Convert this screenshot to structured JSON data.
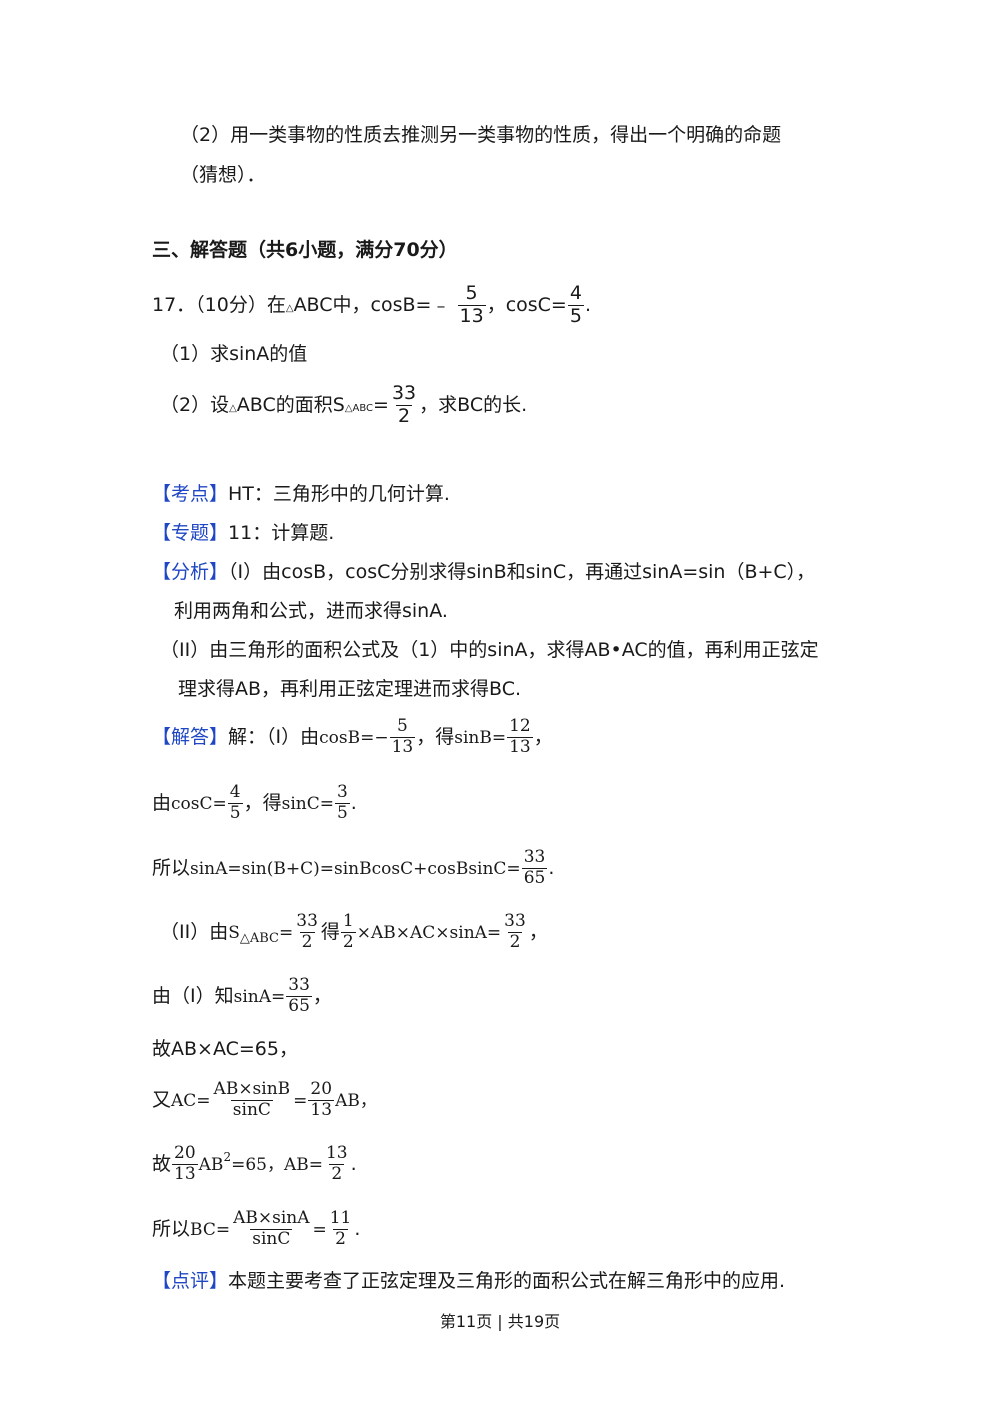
{
  "intro": {
    "p2_line1": "（2）用一类事物的性质去推测另一类事物的性质，得出一个明确的命题",
    "p2_line2": "（猜想）．"
  },
  "section": {
    "heading": "三、解答题（共6小题，满分70分）"
  },
  "q17": {
    "lead": "17．（10分）在",
    "tri": "△",
    "abc_mid": "ABC中，cosB=﹣",
    "cosB_num": "5",
    "cosB_den": "13",
    "cosC_pre": "，cosC=",
    "cosC_num": "4",
    "cosC_den": "5",
    "end": ".",
    "part1": "（1）求sinA的值",
    "part2_pre": "（2）设",
    "part2_tri": "△",
    "part2_mid": "ABC的面积S",
    "part2_sub": "△ABC",
    "part2_eq": "=",
    "area_num": "33",
    "area_den": "2",
    "part2_end": "，求BC的长."
  },
  "kaodian": {
    "tag": "【考点】",
    "text": "HT：三角形中的几何计算."
  },
  "zhuanti": {
    "tag": "【专题】",
    "text": "11：计算题."
  },
  "fenxi": {
    "tag": "【分析】",
    "line1": "（I）由cosB，cosC分别求得sinB和sinC，再通过sinA=sin（B+C），",
    "line2": "利用两角和公式，进而求得sinA.",
    "line3": "（II）由三角形的面积公式及（1）中的sinA，求得AB•AC的值，再利用正弦定",
    "line4": "理求得AB，再利用正弦定理进而求得BC."
  },
  "jieda": {
    "tag": "【解答】",
    "l1_a": "解：（I）由",
    "l1_b": "cosB=−",
    "l1_n1": "5",
    "l1_d1": "13",
    "l1_c": "，得",
    "l1_d": "sinB=",
    "l1_n2": "12",
    "l1_d2": "13",
    "l1_e": "，",
    "l2_a": "由",
    "l2_b": "cosC=",
    "l2_n1": "4",
    "l2_d1": "5",
    "l2_c": "，得",
    "l2_d": "sinC=",
    "l2_n2": "3",
    "l2_d2": "5",
    "l2_e": ".",
    "l3_a": "所以",
    "l3_b": "sinA=sin(B+C)=sinBcosC+cosBsinC=",
    "l3_n": "33",
    "l3_d": "65",
    "l3_e": ".",
    "l4_a": "（II）由",
    "l4_b": "S",
    "l4_sub": "△ABC",
    "l4_c": "=",
    "l4_n1": "33",
    "l4_d1": "2",
    "l4_d": "得",
    "l4_n2": "1",
    "l4_d2": "2",
    "l4_e": "×AB×AC×sinA=",
    "l4_n3": "33",
    "l4_d3": "2",
    "l4_f": "，",
    "l5_a": "由（I）知",
    "l5_b": "sinA=",
    "l5_n": "33",
    "l5_d": "65",
    "l5_e": "，",
    "l6": "故AB×AC=65，",
    "l7_a": "又",
    "l7_b": "AC=",
    "l7_n1": "AB×sinB",
    "l7_d1": "sinC",
    "l7_c": "=",
    "l7_n2": "20",
    "l7_d2": "13",
    "l7_d": "AB，",
    "l8_a": "故",
    "l8_n1": "20",
    "l8_d1": "13",
    "l8_b": "AB",
    "l8_sup": "2",
    "l8_c": "=65，AB=",
    "l8_n2": "13",
    "l8_d2": "2",
    "l8_e": ".",
    "l9_a": "所以",
    "l9_b": "BC=",
    "l9_n1": "AB×sinA",
    "l9_d1": "sinC",
    "l9_c": "=",
    "l9_n2": "11",
    "l9_d2": "2",
    "l9_e": "."
  },
  "dianping": {
    "tag": "【点评】",
    "text": "本题主要考查了正弦定理及三角形的面积公式在解三角形中的应用."
  },
  "footer": {
    "text": "第11页 | 共19页"
  },
  "colors": {
    "tag": "#1f47c4",
    "text": "#1a1a1a"
  }
}
